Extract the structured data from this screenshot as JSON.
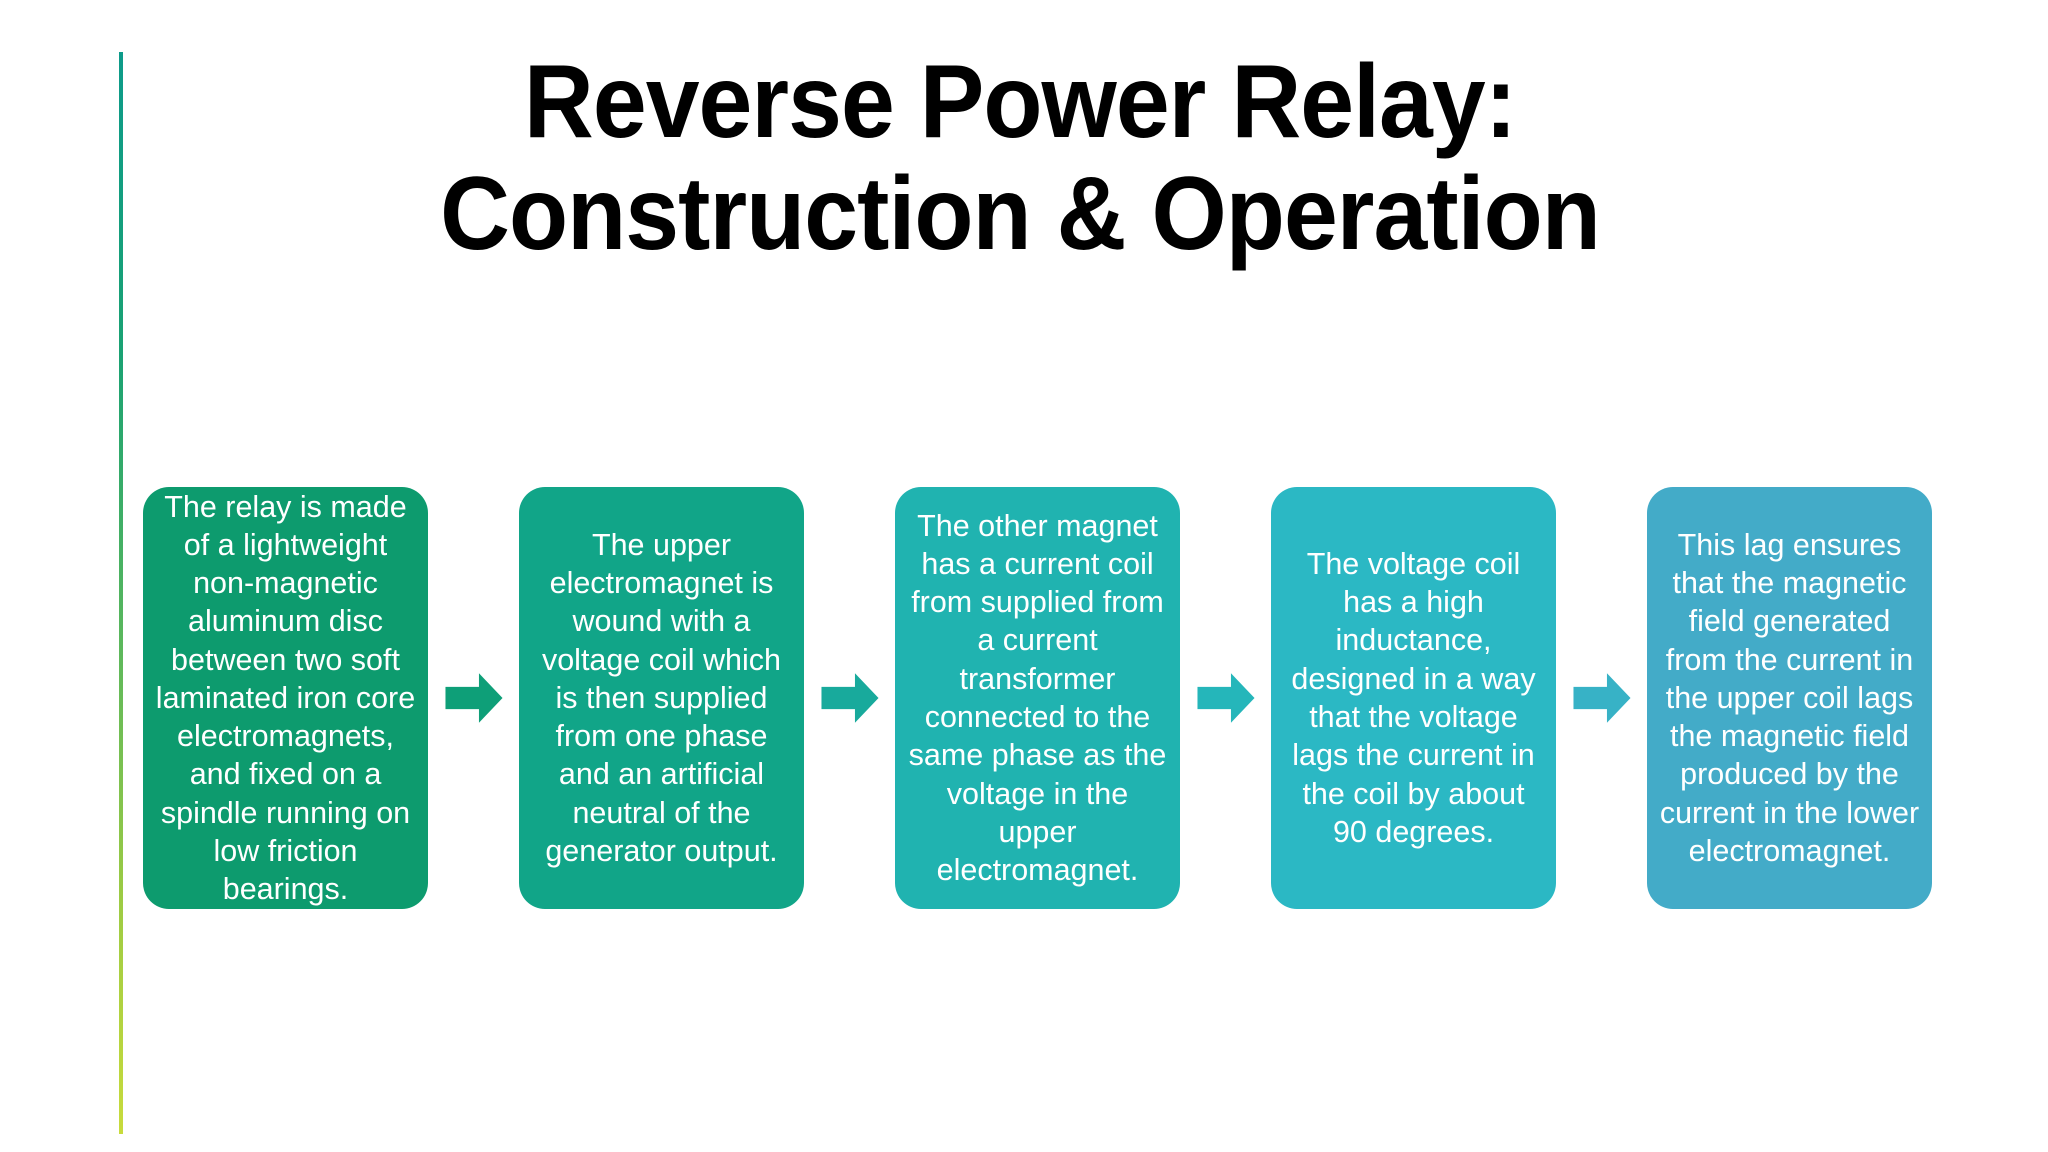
{
  "slide": {
    "background_color": "#ffffff",
    "accent_rule": {
      "name": "left-accent-gradient-rule",
      "gradient_from": "#0d9b8a",
      "gradient_to": "#c8db3c"
    },
    "title": {
      "line1": "Reverse Power Relay:",
      "line2": "Construction & Operation",
      "color": "#000000"
    }
  },
  "process": {
    "text_color": "#ffffff",
    "steps": [
      {
        "index": 1,
        "color": "#0d9b6e",
        "text": "The relay is made of a lightweight non-magnetic aluminum disc between two soft laminated iron core electromagnets, and fixed on a spindle running on low friction bearings."
      },
      {
        "index": 2,
        "color": "#11a588",
        "text": "The upper electromagnet is wound with a voltage coil which is then supplied from one phase and an artificial neutral of the generator output."
      },
      {
        "index": 3,
        "color": "#20b3b0",
        "text": "The other magnet has a current coil from supplied from a current transformer connected to the same phase as the voltage in the upper electromagnet."
      },
      {
        "index": 4,
        "color": "#2bb8c4",
        "text": "The voltage coil has a high inductance, designed in a way that the voltage lags the current in the coil by about 90 degrees."
      },
      {
        "index": 5,
        "color": "#43abc8",
        "text": "This lag ensures that the magnetic field generated from the current in the upper coil lags the magnetic field produced by the current in the lower electromagnet."
      }
    ],
    "connectors": [
      {
        "index": 1,
        "icon": "arrow-right-icon",
        "color": "#0e9f78"
      },
      {
        "index": 2,
        "icon": "arrow-right-icon",
        "color": "#18aa9c"
      },
      {
        "index": 3,
        "icon": "arrow-right-icon",
        "color": "#25b6ba"
      },
      {
        "index": 4,
        "icon": "arrow-right-icon",
        "color": "#37b2c6"
      }
    ]
  }
}
